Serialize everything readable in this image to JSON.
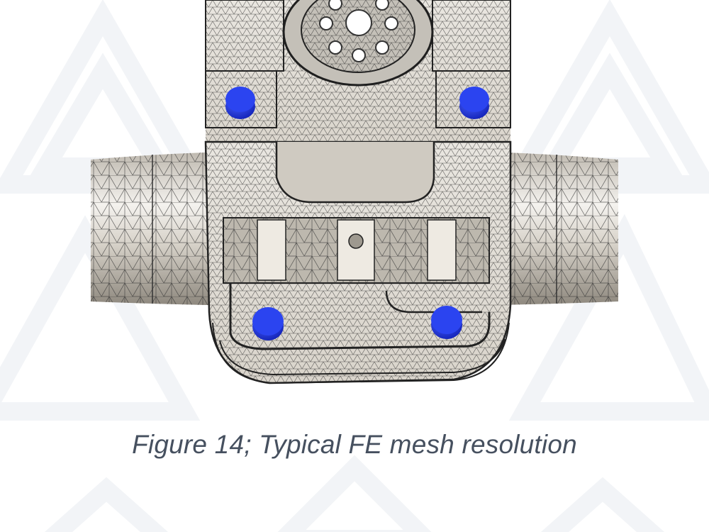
{
  "figure": {
    "caption": "Figure 14; Typical FE mesh resolution",
    "subject": "FE mesh of bracket/clamp component",
    "mesh_color": "#2b2b2b",
    "surface_color": "#d8d4cc",
    "constraint_pin_color": "#1a2fd6",
    "constraint_pins": 4
  },
  "background": {
    "watermark_color": "#f3f5f8"
  }
}
